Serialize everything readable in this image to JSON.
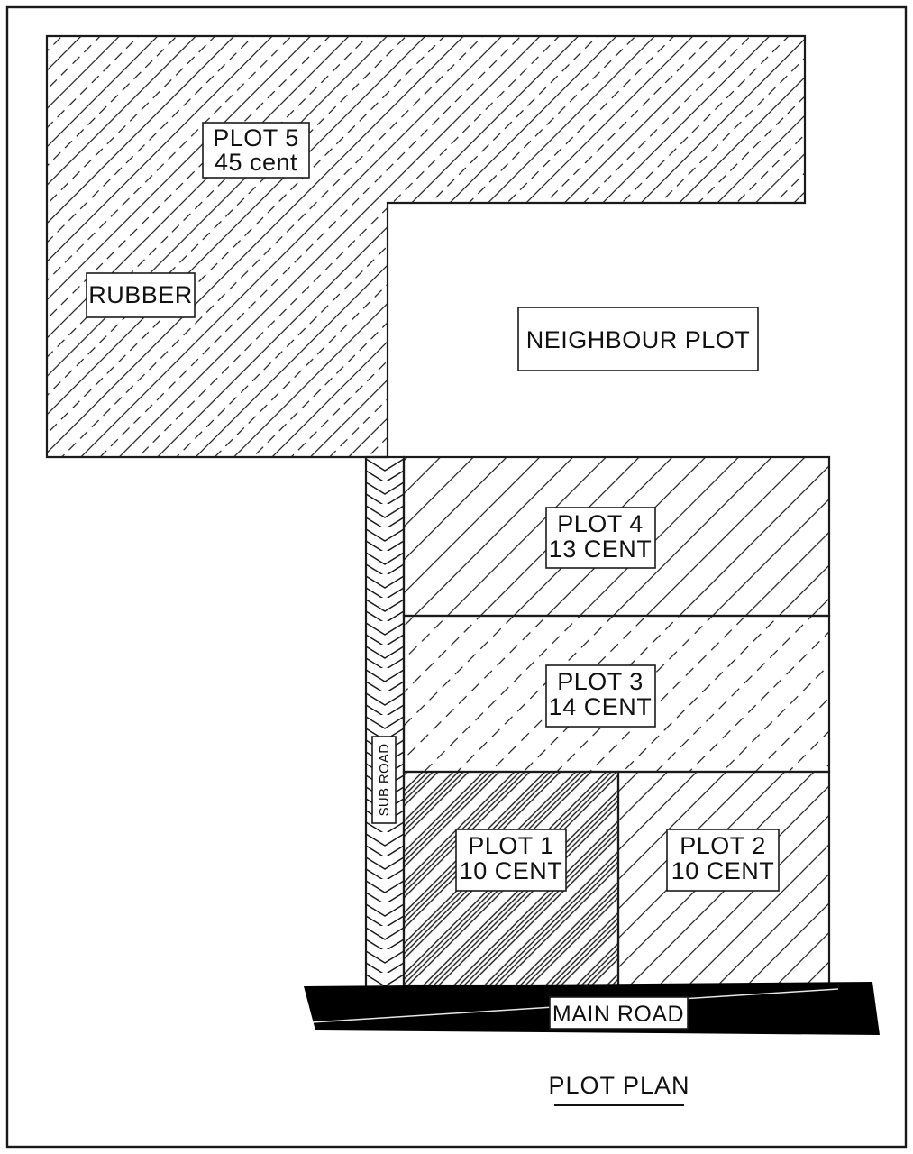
{
  "title": "PLOT PLAN",
  "plots": [
    {
      "id": "plot-5",
      "name": "PLOT 5",
      "area": "45 cent",
      "hatch": "diagonal-mixed-solid-dashed"
    },
    {
      "id": "plot-4",
      "name": "PLOT 4",
      "area": "13 CENT",
      "hatch": "diagonal-solid"
    },
    {
      "id": "plot-3",
      "name": "PLOT 3",
      "area": "14 CENT",
      "hatch": "diagonal-dashed"
    },
    {
      "id": "plot-1",
      "name": "PLOT 1",
      "area": "10 CENT",
      "hatch": "diagonal-dense"
    },
    {
      "id": "plot-2",
      "name": "PLOT 2",
      "area": "10 CENT",
      "hatch": "diagonal-solid"
    }
  ],
  "labels": {
    "rubber": "RUBBER",
    "neighbour_plot": "NEIGHBOUR PLOT"
  },
  "roads": {
    "sub_road": "SUB ROAD",
    "main_road": "MAIN ROAD"
  },
  "colors": {
    "line": "#1a1a1a",
    "road": "#000000",
    "background": "#ffffff",
    "label_box": "#ffffff"
  }
}
